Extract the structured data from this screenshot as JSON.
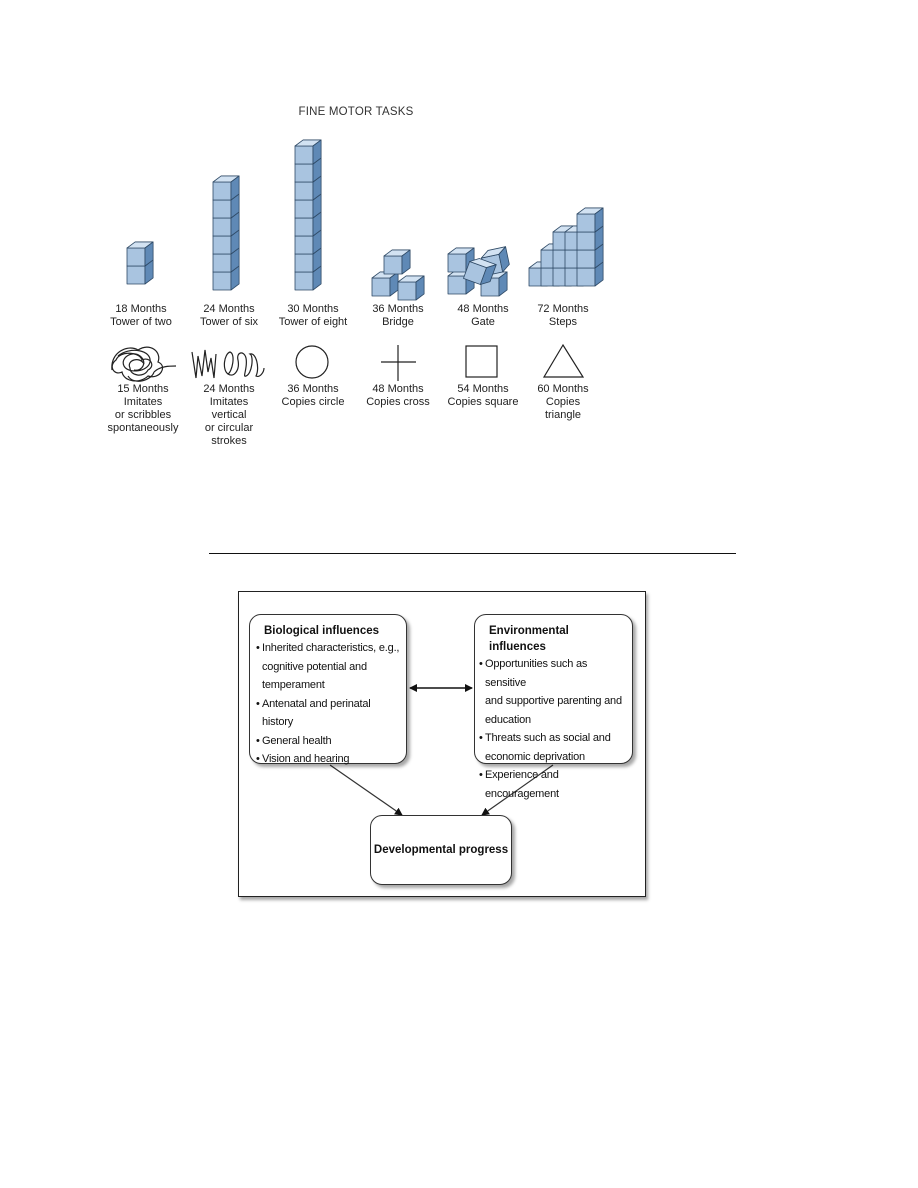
{
  "fine_motor": {
    "title": "FINE MOTOR TASKS",
    "block_tasks": [
      {
        "age": "18 Months",
        "task": "Tower of two"
      },
      {
        "age": "24 Months",
        "task": "Tower of six"
      },
      {
        "age": "30 Months",
        "task": "Tower of eight"
      },
      {
        "age": "36 Months",
        "task": "Bridge"
      },
      {
        "age": "48 Months",
        "task": "Gate"
      },
      {
        "age": "72 Months",
        "task": "Steps"
      }
    ],
    "drawing_tasks": [
      {
        "age": "15 Months",
        "lines": [
          "Imitates",
          "or scribbles",
          "spontaneously"
        ],
        "icon": "scribble-icon"
      },
      {
        "age": "24 Months",
        "lines": [
          "Imitates",
          "vertical",
          "or circular",
          "strokes"
        ],
        "icon": "strokes-icon"
      },
      {
        "age": "36 Months",
        "lines": [
          "Copies circle"
        ],
        "icon": "circle-icon"
      },
      {
        "age": "48 Months",
        "lines": [
          "Copies cross"
        ],
        "icon": "cross-icon"
      },
      {
        "age": "54 Months",
        "lines": [
          "Copies square"
        ],
        "icon": "square-icon"
      },
      {
        "age": "60 Months",
        "lines": [
          "Copies",
          "triangle"
        ],
        "icon": "triangle-icon"
      }
    ],
    "colors": {
      "cube_front": "#a9c4e0",
      "cube_top": "#d2e2f2",
      "cube_side": "#5f89b6",
      "cube_edge": "#2f4a66"
    }
  },
  "influences": {
    "biological": {
      "title": "Biological influences",
      "items": [
        "Inherited characteristics, e.g.,",
        "cognitive potential and",
        "temperament",
        "Antenatal and perinatal history",
        "General health",
        "Vision and hearing"
      ],
      "bullets": [
        true,
        false,
        false,
        true,
        true,
        true
      ]
    },
    "environmental": {
      "title": "Environmental influences",
      "items": [
        "Opportunities such as sensitive",
        "and supportive parenting and",
        "education",
        "Threats such as social and",
        "economic deprivation",
        "Experience and encouragement"
      ],
      "bullets": [
        true,
        false,
        false,
        true,
        false,
        true
      ]
    },
    "outcome": "Developmental progress"
  }
}
